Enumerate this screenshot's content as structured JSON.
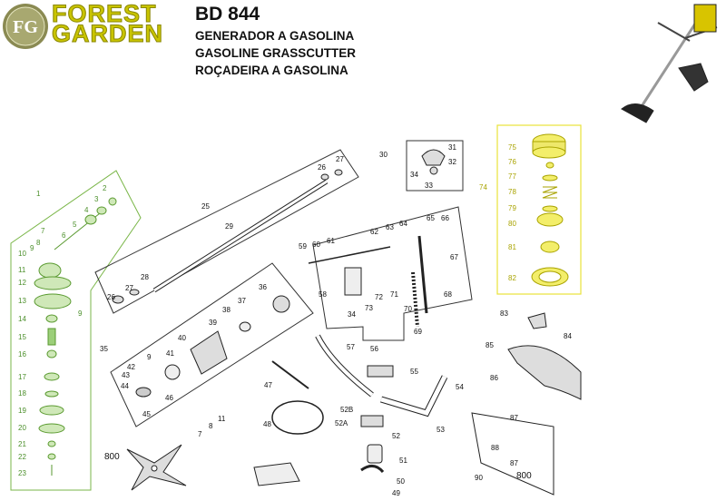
{
  "logo": {
    "monogram": "FG",
    "ring_text": "FOREST · GARDEN",
    "brand_line1": "FOREST",
    "brand_line2": "GARDEN",
    "color": "#c9c400"
  },
  "model": "BD 844",
  "titles": [
    "GENERADOR A GASOLINA",
    "GASOLINE GRASSCUTTER",
    "ROÇADEIRA A GASOLINA"
  ],
  "colors": {
    "green_group": "#7ab648",
    "yellow_group": "#e8e23a",
    "ink": "#111111"
  },
  "part_labels": {
    "p1": "1",
    "p2": "2",
    "p3": "3",
    "p4": "4",
    "p5": "5",
    "p6": "6",
    "p7": "7",
    "p8": "8",
    "p9": "9",
    "p10": "10",
    "p11": "11",
    "p12": "12",
    "p13": "13",
    "p14": "14",
    "p15": "15",
    "p16": "16",
    "p17": "17",
    "p18": "18",
    "p19": "19",
    "p20": "20",
    "p21": "21",
    "p22": "22",
    "p23": "23",
    "p25": "25",
    "p26": "26",
    "p27": "27",
    "p28": "28",
    "p29": "29",
    "p30": "30",
    "p31": "31",
    "p32": "32",
    "p33": "33",
    "p34": "34",
    "p35": "35",
    "p36": "36",
    "p37": "37",
    "p38": "38",
    "p39": "39",
    "p40": "40",
    "p41": "41",
    "p42": "42",
    "p43": "43",
    "p44": "44",
    "p45": "45",
    "p46": "46",
    "p47": "47",
    "p48": "48",
    "p49": "49",
    "p50": "50",
    "p51": "51",
    "p52": "52",
    "p52a": "52A",
    "p52b": "52B",
    "p53": "53",
    "p54": "54",
    "p55": "55",
    "p56": "56",
    "p57": "57",
    "p58": "58",
    "p59": "59",
    "p60": "60",
    "p61": "61",
    "p62": "62",
    "p63": "63",
    "p64": "64",
    "p65": "65",
    "p66": "66",
    "p67": "67",
    "p68": "68",
    "p69": "69",
    "p70": "70",
    "p71": "71",
    "p72": "72",
    "p73": "73",
    "p74": "74",
    "p75": "75",
    "p76": "76",
    "p77": "77",
    "p78": "78",
    "p79": "79",
    "p80": "80",
    "p81": "81",
    "p82": "82",
    "p83": "83",
    "p84": "84",
    "p85": "85",
    "p86": "86",
    "p87": "87",
    "p88": "88",
    "p90": "90",
    "p800": "800"
  }
}
